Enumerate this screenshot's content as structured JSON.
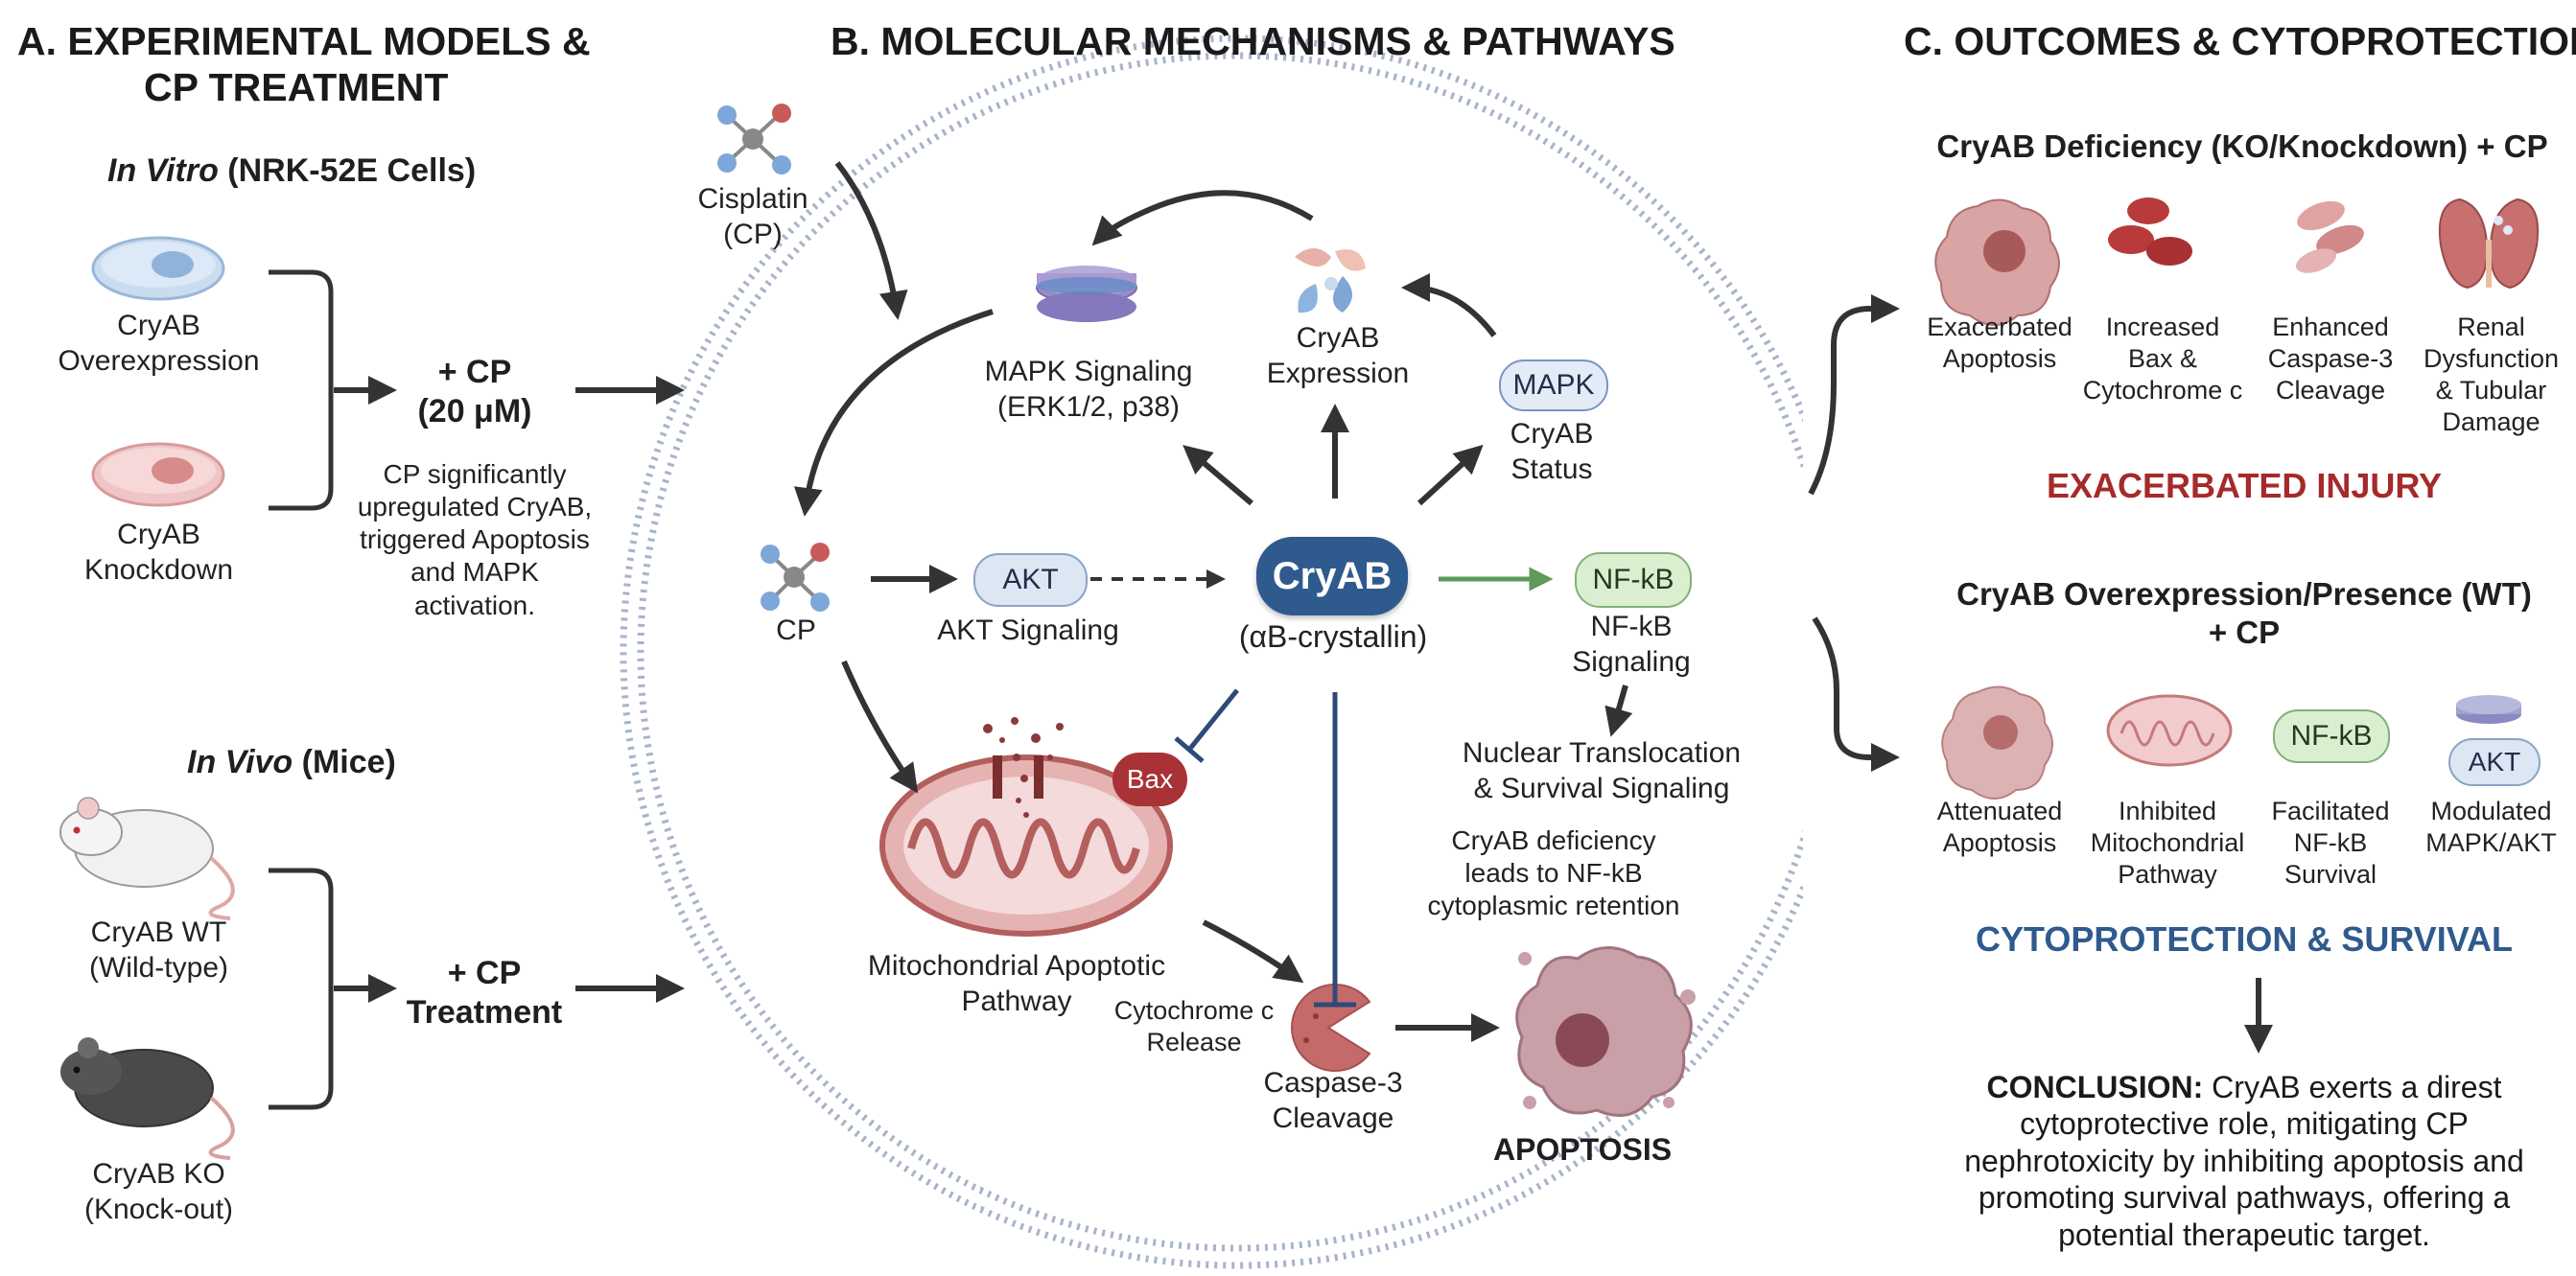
{
  "panel_a": {
    "title_1": "A. EXPERIMENTAL MODELS &",
    "title_2": "CP TREATMENT",
    "in_vitro_italic": "In Vitro",
    "in_vitro_rest": " (NRK-52E Cells)",
    "overexp_1": "CryAB",
    "overexp_2": "Overexpression",
    "knockdown_1": "CryAB",
    "knockdown_2": "Knockdown",
    "treat_vitro_1": "+ CP",
    "treat_vitro_2": "(20 μM)",
    "note_1": "CP significantly",
    "note_2": "upregulated CryAB,",
    "note_3": "triggered Apoptosis",
    "note_4": "and MAPK",
    "note_5": "activation.",
    "in_vivo_italic": "In Vivo",
    "in_vivo_rest": " (Mice)",
    "wt_1": "CryAB WT",
    "wt_2": "(Wild-type)",
    "ko_1": "CryAB KO",
    "ko_2": "(Knock-out)",
    "treat_vivo_1": "+ CP",
    "treat_vivo_2": "Treatment"
  },
  "panel_b": {
    "title": "B. MOLECULAR MECHANISMS & PATHWAYS",
    "cisplatin_1": "Cisplatin",
    "cisplatin_2": "(CP)",
    "mapk_1": "MAPK Signaling",
    "mapk_2": "(ERK1/2, p38)",
    "expr_1": "CryAB",
    "expr_2": "Expression",
    "mapk_pill": "MAPK",
    "status_1": "CryAB",
    "status_2": "Status",
    "cp": "CP",
    "akt_pill": "AKT",
    "akt_label": "AKT Signaling",
    "cryab": "CryAB",
    "cryab_sub": "(αB-crystallin)",
    "nfkb_pill": "NF-kB",
    "nfkb_1": "NF-kB",
    "nfkb_2": "Signaling",
    "nuclear_1": "Nuclear Translocation",
    "nuclear_2": "& Survival Signaling",
    "def_1": "CryAB deficiency",
    "def_2": "leads to NF-kB",
    "def_3": "cytoplasmic retention",
    "bax": "Bax",
    "mito_1": "Mitochondrial Apoptotic",
    "mito_2": "Pathway",
    "cyto_1": "Cytochrome c",
    "cyto_2": "Release",
    "casp_1": "Caspase-3",
    "casp_2": "Cleavage",
    "apoptosis": "APOPTOSIS"
  },
  "panel_c": {
    "title": "C. OUTCOMES & CYTOPROTECTION",
    "deficiency_title": "CryAB Deficiency (KO/Knockdown) + CP",
    "def_items": [
      {
        "l1": "Exacerbated",
        "l2": "Apoptosis",
        "l3": "",
        "l4": ""
      },
      {
        "l1": "Increased",
        "l2": "Bax &",
        "l3": "Cytochrome c",
        "l4": ""
      },
      {
        "l1": "Enhanced",
        "l2": "Caspase-3",
        "l3": "Cleavage",
        "l4": ""
      },
      {
        "l1": "Renal",
        "l2": "Dysfunction",
        "l3": "& Tubular",
        "l4": "Damage"
      }
    ],
    "exacerbated": "EXACERBATED INJURY",
    "overexp_title_1": "CryAB Overexpression/Presence (WT)",
    "overexp_title_2": "+ CP",
    "ov_nfkb_pill": "NF-kB",
    "ov_akt_pill": "AKT",
    "ov_items": [
      {
        "l1": "Attenuated",
        "l2": "Apoptosis",
        "l3": ""
      },
      {
        "l1": "Inhibited",
        "l2": "Mitochondrial",
        "l3": "Pathway"
      },
      {
        "l1": "Facilitated",
        "l2": "NF-kB",
        "l3": "Survival"
      },
      {
        "l1": "Modulated",
        "l2": "MAPK/AKT",
        "l3": ""
      }
    ],
    "cytoprotection": "CYTOPROTECTION & SURVIVAL",
    "conclusion_bold": "CONCLUSION:",
    "conclusion_1": " CryAB exerts a direst",
    "conclusion_2": "cytoprotective role, mitigating CP",
    "conclusion_3": "nephrotoxicity by inhibiting apoptosis and",
    "conclusion_4": "promoting survival pathways, offering a",
    "conclusion_5": "potential therapeutic target."
  },
  "colors": {
    "cryab_blue": "#2e5a8e",
    "injury_red": "#a52a2a",
    "survival_blue": "#2f5a8e",
    "akt_fill": "#dde6f3",
    "nfkb_fill": "#d9efd0",
    "mapk_fill": "#e3ebf6",
    "bax_red": "#a83236",
    "mito_red": "#c77171",
    "arrow_dark": "#333333",
    "nfkb_arrow": "#5e9a5a"
  }
}
